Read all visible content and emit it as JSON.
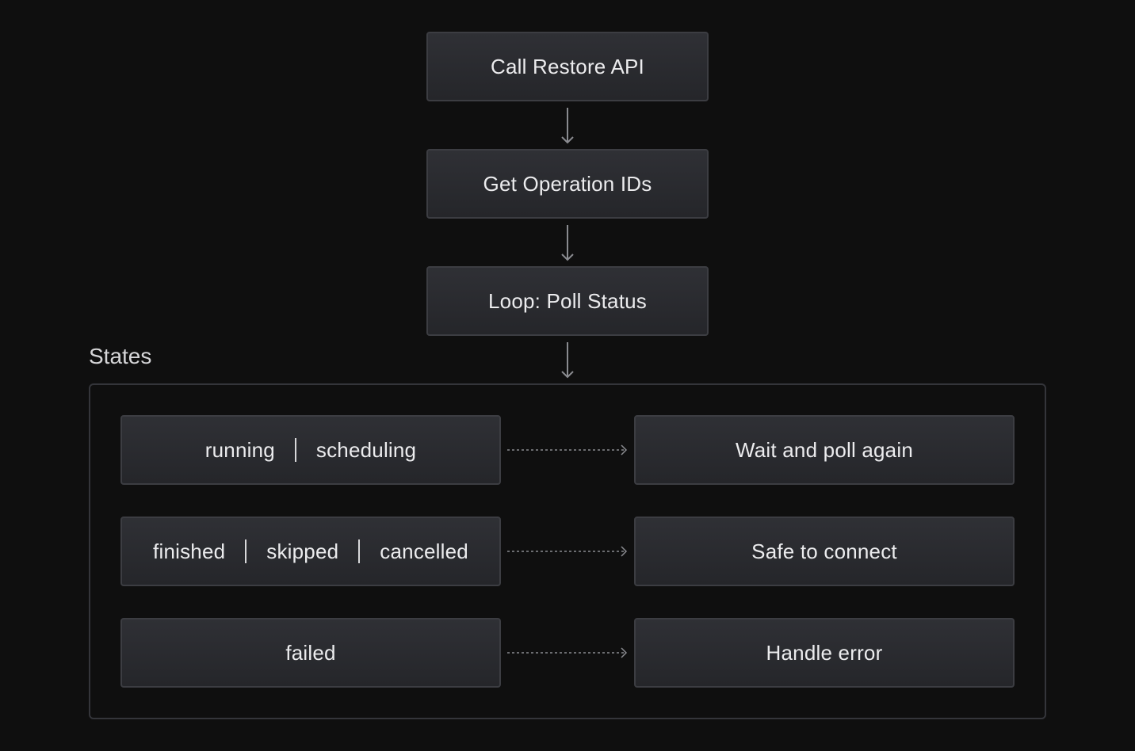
{
  "flow": {
    "step1": "Call Restore API",
    "step2": "Get Operation IDs",
    "step3": "Loop: Poll Status"
  },
  "states": {
    "label": "States",
    "rows": [
      {
        "states": [
          "running",
          "scheduling"
        ],
        "result": "Wait and poll again"
      },
      {
        "states": [
          "finished",
          "skipped",
          "cancelled"
        ],
        "result": "Safe to connect"
      },
      {
        "states": [
          "failed"
        ],
        "result": "Handle error"
      }
    ]
  },
  "colors": {
    "background": "#0f0f0f",
    "box_fill": "#2a2b2f",
    "box_border": "#3c3d42",
    "arrow": "#8a8b90",
    "text": "#ececee"
  }
}
